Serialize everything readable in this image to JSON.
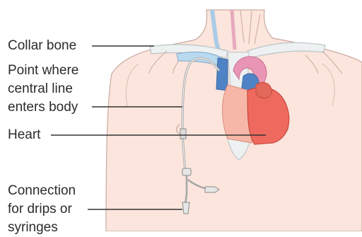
{
  "labels": {
    "collar_bone": "Collar bone",
    "entry_point": [
      "Point where",
      "central line",
      "enters body"
    ],
    "heart": "Heart",
    "connection": [
      "Connection",
      "for drips or",
      "syringes"
    ]
  },
  "colors": {
    "skin": "#fbe5dc",
    "skin_outline": "#c9aaa0",
    "bone": "#eef1f1",
    "bone_outline": "#b9c4c6",
    "vein": "#b9d9ee",
    "vein_dark": "#4f83c6",
    "heart_right": "#ef6a5e",
    "heart_left": "#f6b7a8",
    "artery": "#e995b4",
    "catheter": "#a6a6a6",
    "label_text": "#2b2b2b",
    "leader_line": "#333333"
  }
}
